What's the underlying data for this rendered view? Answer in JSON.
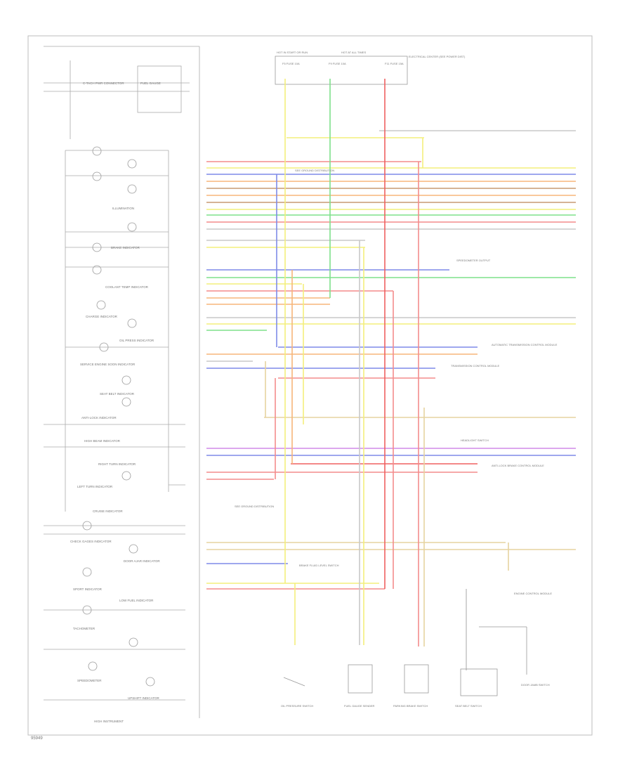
{
  "page_label": "95949",
  "title": "HIGH INSTRUMENT",
  "top_labels": {
    "hot_in_start": "HOT AT ALL TIMES",
    "hot_start_run": "HOT IN START OR RUN",
    "fuse_a": "F5 FUSE 10A",
    "fuse_b": "F9 FUSE 10A",
    "fuse_c": "F11 FUSE 15A",
    "fuse_box": "ELECTRICAL CENTER (SEE POWER DIST)"
  },
  "left_components": [
    "C-TACH PWR CONNECTOR",
    "FUEL GAUGE",
    "ILLUMINATION",
    "BRAKE INDICATOR",
    "COOLANT TEMP INDICATOR",
    "OIL PRESS INDICATOR",
    "CHARGE INDICATOR",
    "SERVICE ENGINE SOON INDICATOR",
    "SEAT BELT INDICATOR",
    "ANTI-LOCK INDICATOR",
    "HIGH BEAM INDICATOR",
    "LEFT TURN INDICATOR",
    "RIGHT TURN INDICATOR",
    "CRUISE INDICATOR",
    "CHECK GAGES INDICATOR",
    "DOOR AJAR INDICATOR",
    "SPORT INDICATOR",
    "LOW FUEL INDICATOR",
    "TACHOMETER",
    "SPEEDOMETER",
    "UPSHIFT INDICATOR"
  ],
  "right_refs": [
    "SPEEDOMETER OUTPUT",
    "AUTOMATIC TRANSMISSION CONTROL MODULE",
    "TRANSMISSION CONTROL MODULE",
    "HEADLIGHT SWITCH",
    "ANTI-LOCK BRAKE CONTROL MODULE",
    "ENGINE CONTROL MODULE",
    "BRAKE FLUID LEVEL SWITCH"
  ],
  "bottom_components": [
    "OIL PRESSURE SWITCH",
    "FUEL GAUGE SENDER",
    "PARKING BRAKE SWITCH",
    "SEAT BELT SWITCH",
    "DOOR JAMB SWITCH"
  ],
  "notes": {
    "note_a": "SEE GROUND DISTRIBUTION",
    "note_b": "SEE GROUND DISTRIBUTION"
  },
  "wire_colors": {
    "pink": "#f48c8c",
    "yellow": "#f3ef7c",
    "blue": "#7f8ae8",
    "orange": "#f7b57a",
    "brown": "#c79a72",
    "green": "#7ee08a",
    "violet": "#d08ae8",
    "red": "#ef6060",
    "gray": "#c8c8c8",
    "tan": "#e6d3a0"
  }
}
